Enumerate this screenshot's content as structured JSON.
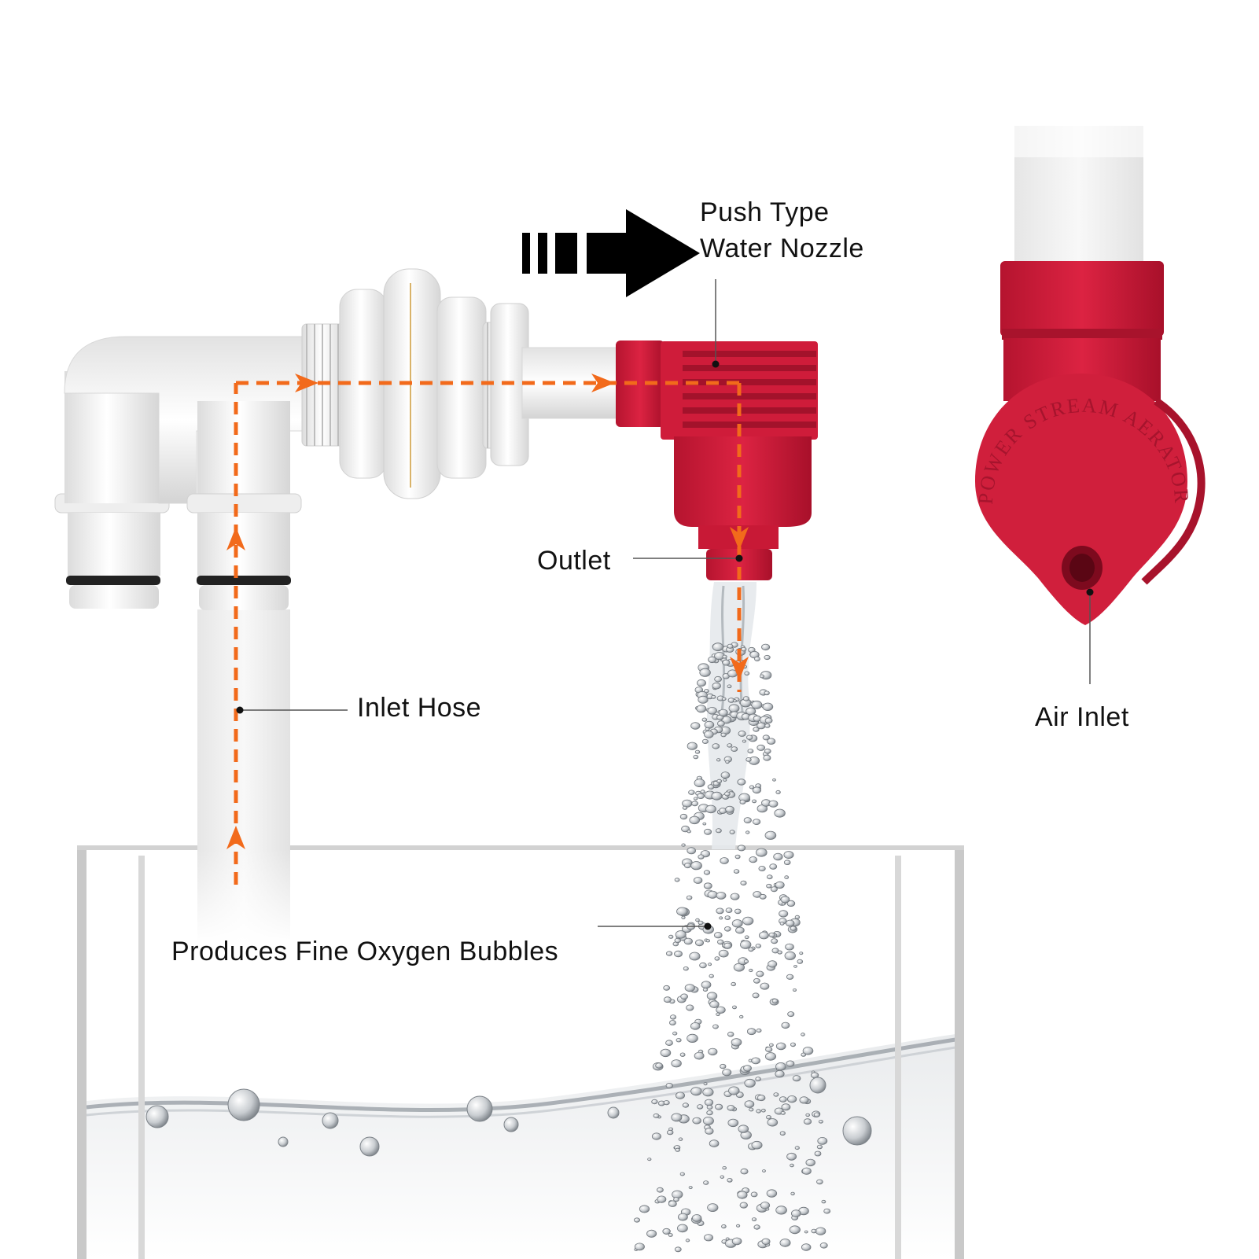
{
  "labels": {
    "push_line1": "Push Type",
    "push_line2": "Water Nozzle",
    "outlet": "Outlet",
    "inlet_hose": "Inlet Hose",
    "air_inlet": "Air Inlet",
    "bubbles": "Produces Fine Oxygen Bubbles",
    "embossed_cap_text": "POWER STREAM AERATOR"
  },
  "colors": {
    "flow_arrow": "#f26a1b",
    "nozzle_red": "#d21e3c",
    "fitting_white": "#f2f2f2",
    "push_arrow": "#000000",
    "leader_line": "#555555"
  },
  "icons": [
    "push-arrow-icon",
    "flow-arrow-icon"
  ]
}
